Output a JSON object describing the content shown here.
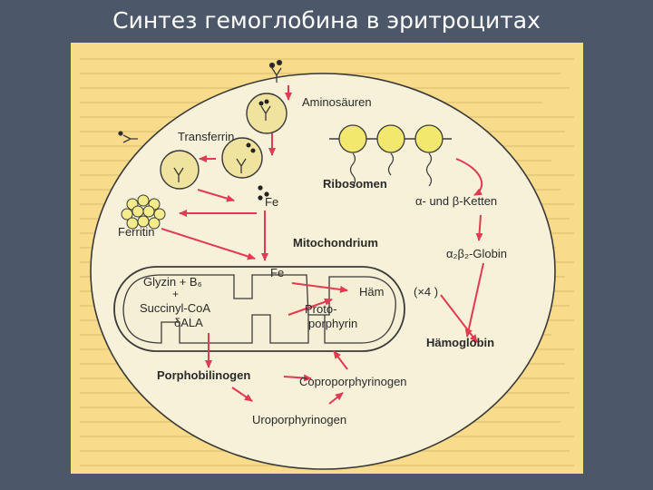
{
  "slide": {
    "title": "Синтез гемоглобина в эритроцитах"
  },
  "diagram": {
    "labels": {
      "aminosaeuren": "Aminosäuren",
      "transferrin": "Transferrin",
      "ribosomen": "Ribosomen",
      "ketten": "α- und β-Ketten",
      "ferritin": "Ferritin",
      "fe_upper": "Fe",
      "mitochondrium": "Mitochondrium",
      "globin": "α₂β₂-Globin",
      "fe_lower": "Fe",
      "glyzin": "Glyzin + B₆",
      "plus": "+",
      "succinyl": "Succinyl-CoA",
      "ala": "δALA",
      "haem": "Häm",
      "times4": "(×4 )",
      "proto1": "Proto-",
      "proto2": "porphyrin",
      "haemoglobin": "Hämoglobin",
      "porphobilinogen": "Porphobilinogen",
      "coproporphyrinogen": "Coproporphyrinogen",
      "uroporphyrinogen": "Uroporphyrinogen"
    },
    "colors": {
      "arrow": "#e23a52",
      "membrane": "#f5efd6",
      "vesicle": "#f0e3a0",
      "background": "#f8dc8c",
      "cell": "#f6f1d8"
    }
  }
}
